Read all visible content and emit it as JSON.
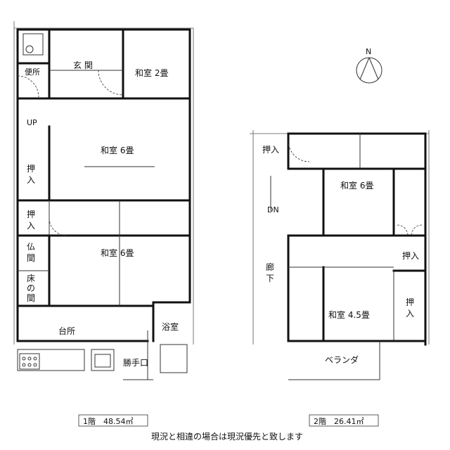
{
  "floor1": {
    "rooms": {
      "toilet": "便所",
      "entrance": "玄 関",
      "washitsu_2": "和室 2畳",
      "up": "UP",
      "washitsu_6a": "和室 6畳",
      "oshiire_a_1": "押",
      "oshiire_a_2": "入",
      "oshiire_b_1": "押",
      "oshiire_b_2": "入",
      "butsuma_1": "仏",
      "butsuma_2": "間",
      "washitsu_6b": "和室 6畳",
      "tokonoma_1": "床",
      "tokonoma_2": "の",
      "tokonoma_3": "間",
      "kitchen": "台所",
      "bath": "浴室",
      "back_door": "勝手口"
    },
    "area_label": "1階　48.54㎡"
  },
  "floor2": {
    "rooms": {
      "oshiire_top": "押入",
      "washitsu_6": "和室 6畳",
      "dn": "DN",
      "oshiire_right": "押入",
      "corridor_1": "廊",
      "corridor_2": "下",
      "oshiire_lower_1": "押",
      "oshiire_lower_2": "入",
      "washitsu_45": "和室 4.5畳",
      "veranda": "ベランダ"
    },
    "area_label": "2階　26.41㎡"
  },
  "compass": {
    "label": "N"
  },
  "footer_note": "現況と相違の場合は現況優先と致します"
}
